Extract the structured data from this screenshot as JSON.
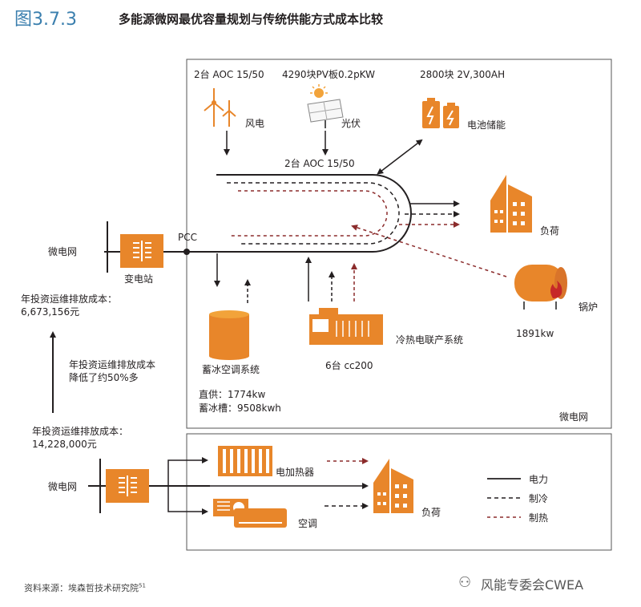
{
  "header": {
    "figure_no": "图3.7.3",
    "title": "多能源微网最优容量规划与传统供能方式成本比较"
  },
  "top": {
    "wind_spec": "2台 AOC 15/50",
    "pv_spec": "4290块PV板0.2pKW",
    "battery_spec": "2800块 2V,300AH",
    "wind_label": "风电",
    "pv_label": "光伏",
    "battery_label": "电池储能",
    "bus_spec": "2台 AOC 15/50",
    "load_label": "负荷",
    "boiler_label": "锅炉",
    "boiler_value": "1891kw",
    "grid_label": "微电网",
    "substation_label": "变电站",
    "pcc_label": "PCC",
    "ice_label": "蓄冰空调系统",
    "direct_supply": "直供：1774kw",
    "ice_tank": "蓄冰槽：9508kwh",
    "chp_label": "冷热电联产系统",
    "chp_count": "6台 cc200",
    "microgrid_label": "微电网"
  },
  "cost": {
    "new_label": "年投资运维排放成本：",
    "new_value": "6,673,156元",
    "reduction_line1": "年投资运维排放成本",
    "reduction_line2": "降低了约50%多",
    "old_label": "年投资运维排放成本：",
    "old_value": "14,228,000元"
  },
  "bottom": {
    "grid_label": "微电网",
    "heater_label": "电加热器",
    "ac_label": "空调",
    "load_label": "负荷"
  },
  "legend": {
    "power": "电力",
    "cooling": "制冷",
    "heating": "制热"
  },
  "footer": {
    "source": "资料来源：埃森哲技术研究院",
    "source_sup": "51",
    "watermark": "风能专委会CWEA"
  },
  "colors": {
    "accent": "#e8862a",
    "heat": "#8b2b2b",
    "blue": "#3b7fae"
  },
  "icons": [
    "wind-turbine-icon",
    "solar-panel-icon",
    "battery-icon",
    "building-icon",
    "boiler-icon",
    "transformer-icon",
    "ice-tank-icon",
    "chp-generator-icon",
    "heater-icon",
    "air-conditioner-icon",
    "wechat-icon"
  ]
}
